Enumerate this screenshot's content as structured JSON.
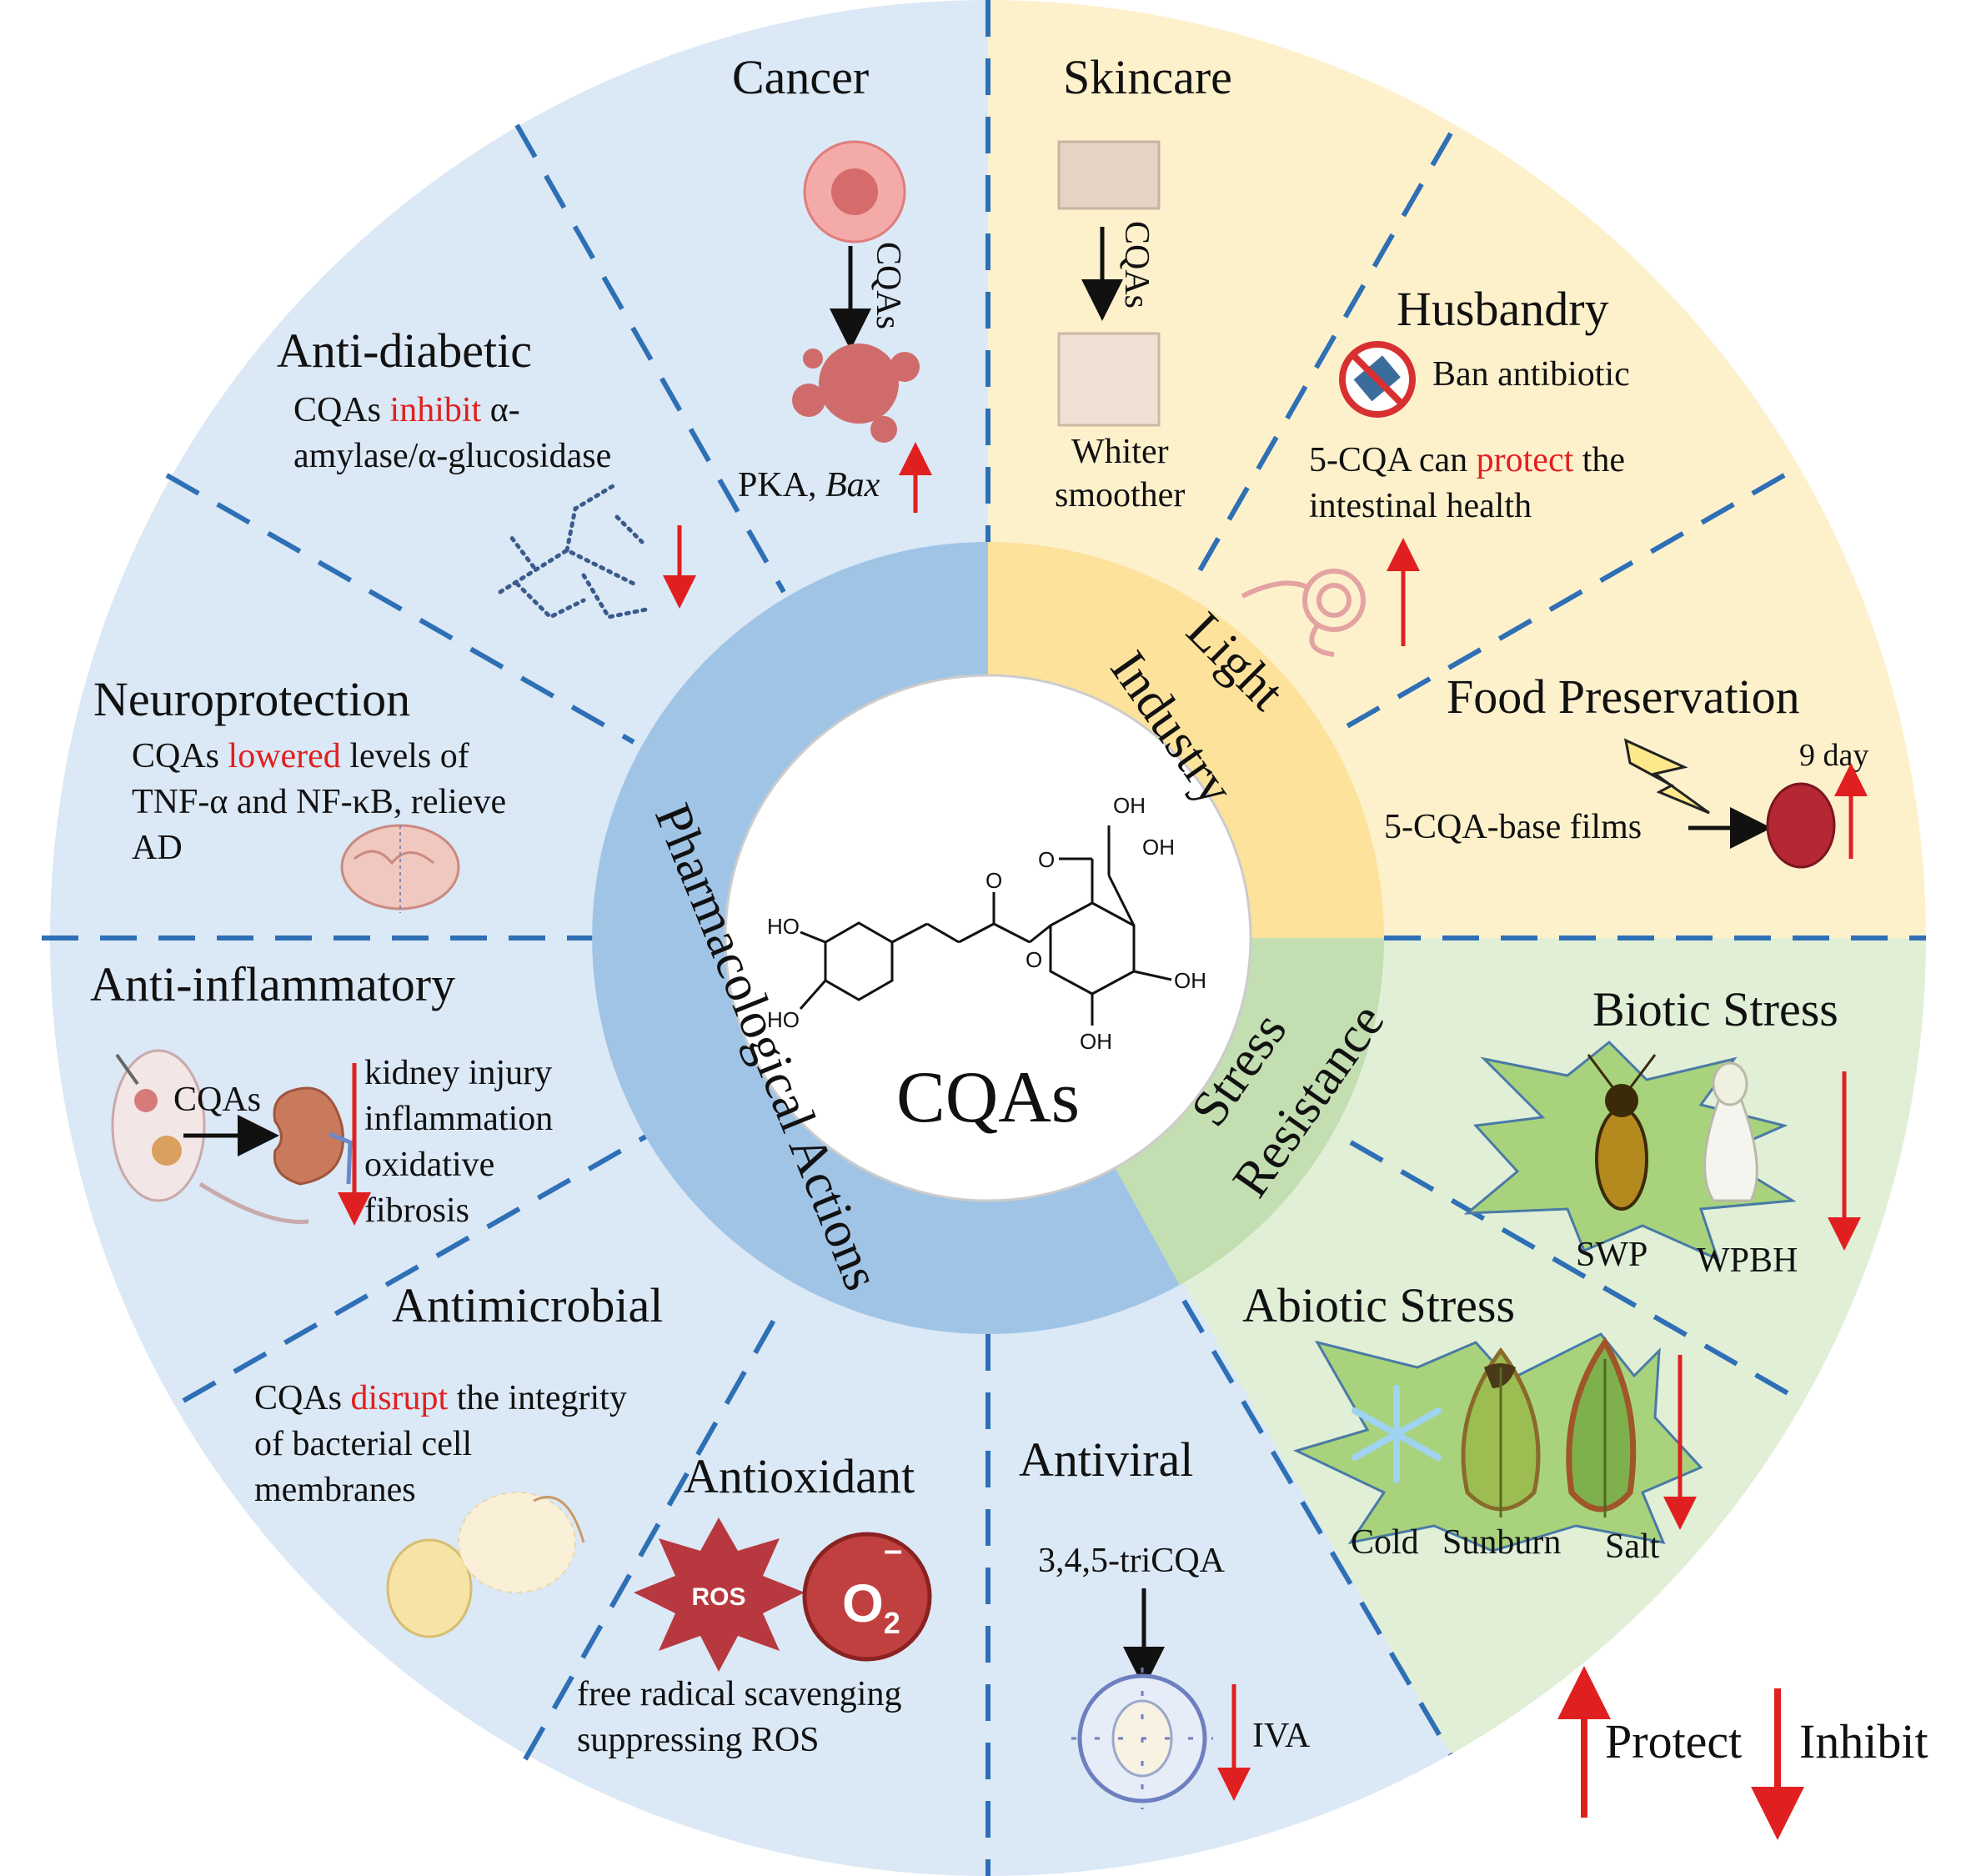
{
  "center": {
    "label": "CQAs",
    "chem_labels": {
      "oh_top": "OH",
      "o_acid": "O",
      "oh_ring_top": "OH",
      "o_ester_top": "O",
      "o_ester": "O",
      "ho_top": "HO",
      "ho_bottom": "HO",
      "oh_right": "OH",
      "oh_bottom": "OH"
    }
  },
  "ring": {
    "pharmacological": "Pharmacological Actions",
    "light_industry_1": "Light",
    "light_industry_2": "Industry",
    "stress_1": "Stress",
    "stress_2": "Resistance"
  },
  "colors": {
    "pharma_bg": "#dbe8f5",
    "pharma_ring": "#a0c4e6",
    "industry_bg": "#fdf1cc",
    "industry_ring": "#fde29c",
    "stress_bg": "#e1efd7",
    "stress_ring": "#c3deb1",
    "divider": "#2e6fb5",
    "highlight": "#e02020"
  },
  "sections": {
    "cancer": {
      "title": "Cancer",
      "arrow_label": "CQAs",
      "markers": "PKA, ",
      "marker_italic": "Bax"
    },
    "anti_diabetic": {
      "title": "Anti-diabetic",
      "line1_a": "CQAs ",
      "line1_hi": "inhibit",
      "line1_b": " α-",
      "line2": "amylase/α-glucosidase"
    },
    "neuroprotection": {
      "title": "Neuroprotection",
      "line1_a": "CQAs ",
      "line1_hi": "lowered",
      "line1_b": " levels of",
      "line2": "TNF-α and NF-κB, relieve",
      "line3": "AD"
    },
    "anti_inflammatory": {
      "title": "Anti-inflammatory",
      "arrow_label": "CQAs",
      "effects": [
        "kidney injury",
        "inflammation",
        "oxidative",
        "fibrosis"
      ]
    },
    "antimicrobial": {
      "title": "Antimicrobial",
      "line1_a": "CQAs ",
      "line1_hi": "disrupt",
      "line1_b": " the integrity",
      "line2": "of bacterial cell",
      "line3": "membranes"
    },
    "antioxidant": {
      "title": "Antioxidant",
      "badge_ros": "ROS",
      "badge_o2": "O",
      "badge_o2_sub": "2",
      "badge_o2_sup": "–",
      "line1": "free radical scavenging",
      "line2": "suppressing ROS"
    },
    "antiviral": {
      "title": "Antiviral",
      "compound": "3,4,5-triCQA",
      "target": "IVA"
    },
    "skincare": {
      "title": "Skincare",
      "arrow_label": "CQAs",
      "result1": "Whiter",
      "result2": "smoother"
    },
    "husbandry": {
      "title": "Husbandry",
      "ban": "Ban antibiotic",
      "line1_a": "5-CQA can ",
      "line1_hi": "protect",
      "line1_b": " the",
      "line2": "intestinal health"
    },
    "food_preservation": {
      "title": "Food Preservation",
      "films": "5-CQA-base films",
      "days": "9 day"
    },
    "biotic_stress": {
      "title": "Biotic Stress",
      "pest1": "SWP",
      "pest2": "WPBH"
    },
    "abiotic_stress": {
      "title": "Abiotic Stress",
      "stress1": "Cold",
      "stress2": "Sunburn",
      "stress3": "Salt"
    }
  },
  "legend": {
    "protect": "Protect",
    "inhibit": "Inhibit"
  }
}
